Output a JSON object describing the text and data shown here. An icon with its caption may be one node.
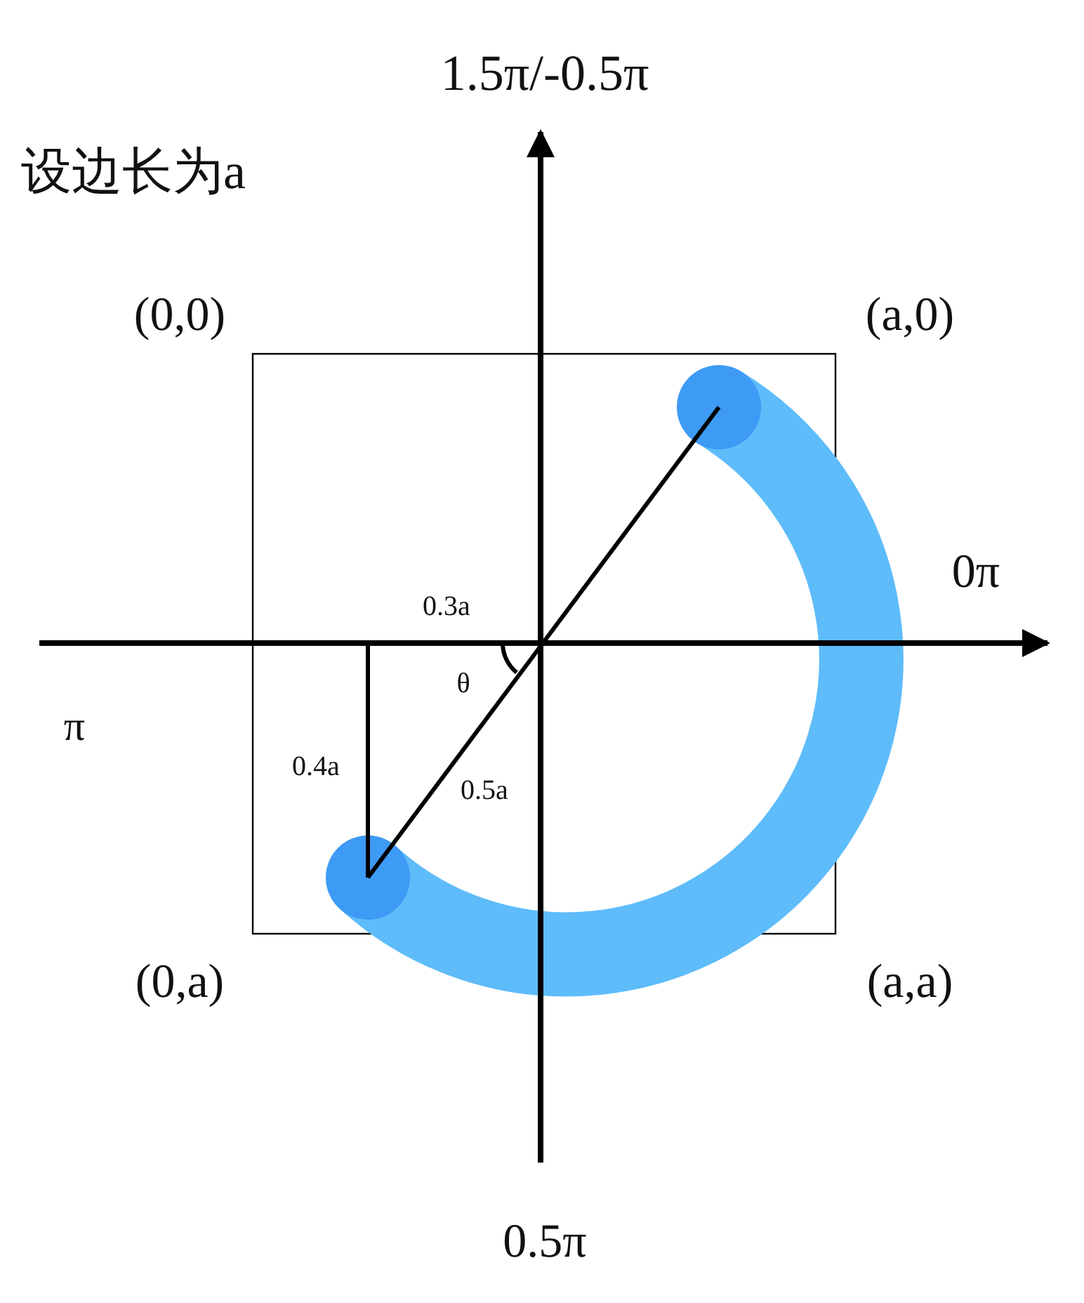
{
  "diagram": {
    "labels": [
      "1.5π/-0.5π",
      "设边长为a",
      "(0,0)",
      "(a,0)",
      "0π",
      "0.3a",
      "θ",
      "π",
      "0.4a",
      "0.5a",
      "(0,a)",
      "(a,a)",
      "0.5π"
    ]
  }
}
